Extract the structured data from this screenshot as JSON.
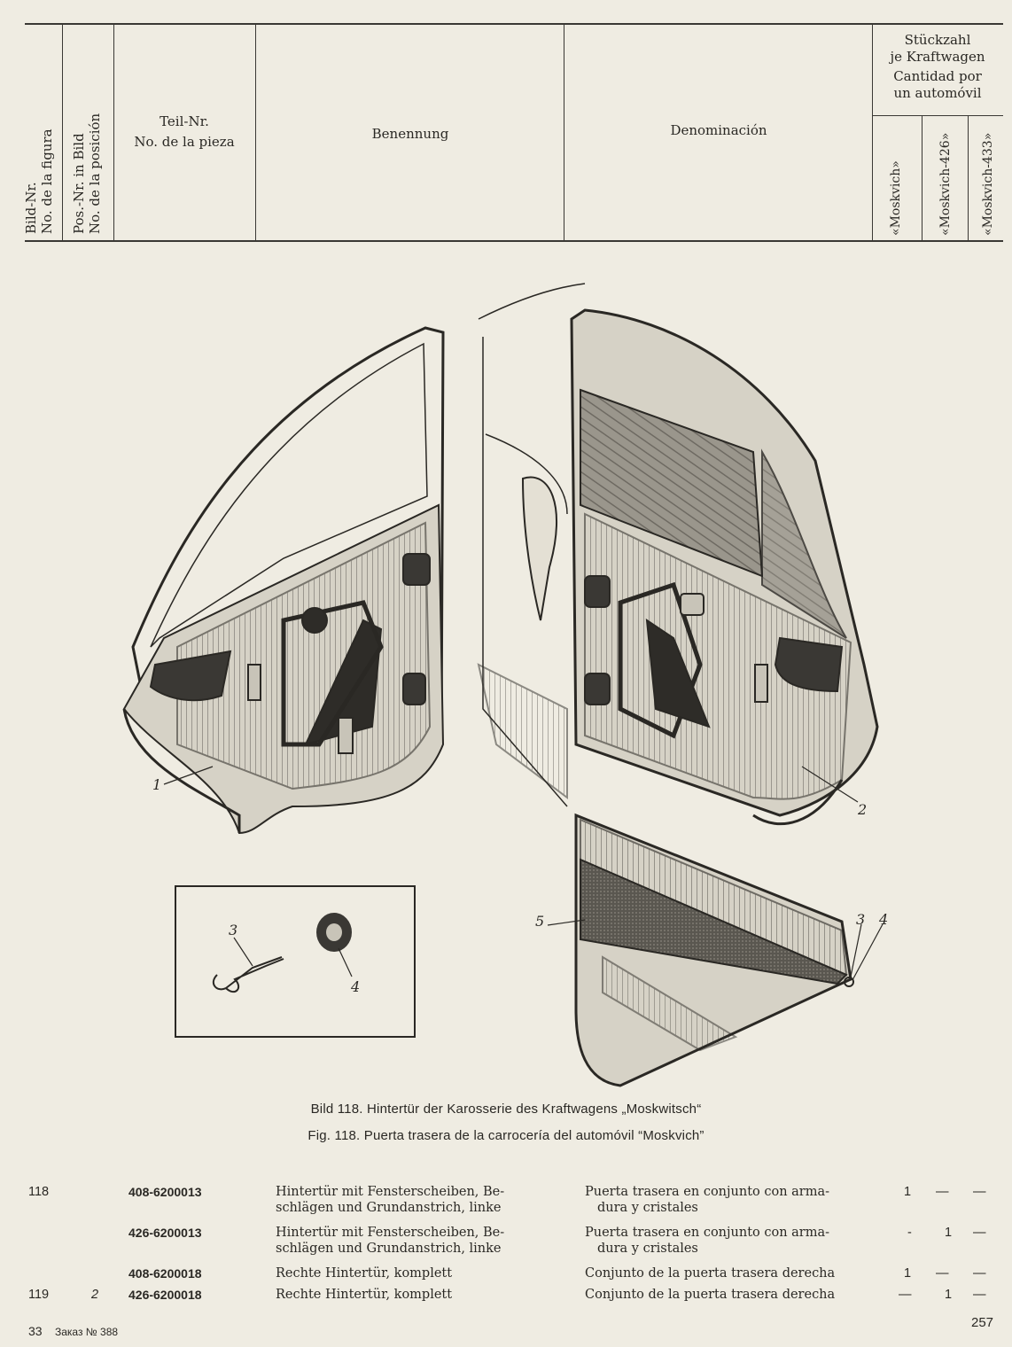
{
  "header": {
    "col_fig": [
      "Bild-Nr.",
      "No. de la figura"
    ],
    "col_pos": [
      "Pos.-Nr. in Bild",
      "No. de la posición"
    ],
    "col_part": [
      "Teil-Nr.",
      "No. de la pieza"
    ],
    "col_name_de": "Benennung",
    "col_name_es": "Denominación",
    "qty_title": [
      "Stückzahl",
      "je Kraftwagen",
      "Cantidad por",
      "un automóvil"
    ],
    "models": [
      "«Moskvich»",
      "«Moskvich-426»",
      "«Moskvich-433»"
    ]
  },
  "figure": {
    "callouts": [
      "1",
      "2",
      "3",
      "4",
      "3",
      "4",
      "5"
    ],
    "caption_de": "Bild 118. Hintertür der Karosserie des Kraftwagens „Moskwitsch“",
    "caption_es": "Fig. 118. Puerta trasera de la carrocería del automóvil “Moskvich”"
  },
  "rows": [
    {
      "fig": "118",
      "pos": "",
      "part": "408-6200013",
      "de": [
        "Hintertür  mit  Fensterscheiben,  Be-",
        "schlägen  und  Grundanstrich,  linke"
      ],
      "es": [
        "Puerta trasera en conjunto con arma-",
        "dura y cristales"
      ],
      "q": [
        "1",
        "—",
        "—"
      ]
    },
    {
      "fig": "",
      "pos": "",
      "part": "426-6200013",
      "de": [
        "Hintertür  mit  Fensterscheiben,  Be-",
        "schlägen  und  Grundanstrich,  linke"
      ],
      "es": [
        "Puerta trasera en conjunto con arma-",
        "dura y cristales"
      ],
      "q": [
        "-",
        "1",
        "—"
      ]
    },
    {
      "fig": "",
      "pos": "",
      "part": "408-6200018",
      "de": [
        "Rechte Hintertür, komplett"
      ],
      "es": [
        "Conjunto de la puerta trasera derecha"
      ],
      "q": [
        "1",
        "—",
        "—"
      ]
    },
    {
      "fig": "119",
      "pos": "2",
      "part": "426-6200018",
      "de": [
        "Rechte Hintertür, komplett"
      ],
      "es": [
        "Conjunto de la puerta trasera derecha"
      ],
      "q": [
        "—",
        "1",
        "—"
      ]
    }
  ],
  "footer": {
    "sheet": "33",
    "order": "Заказ  №  388",
    "page": "257"
  }
}
